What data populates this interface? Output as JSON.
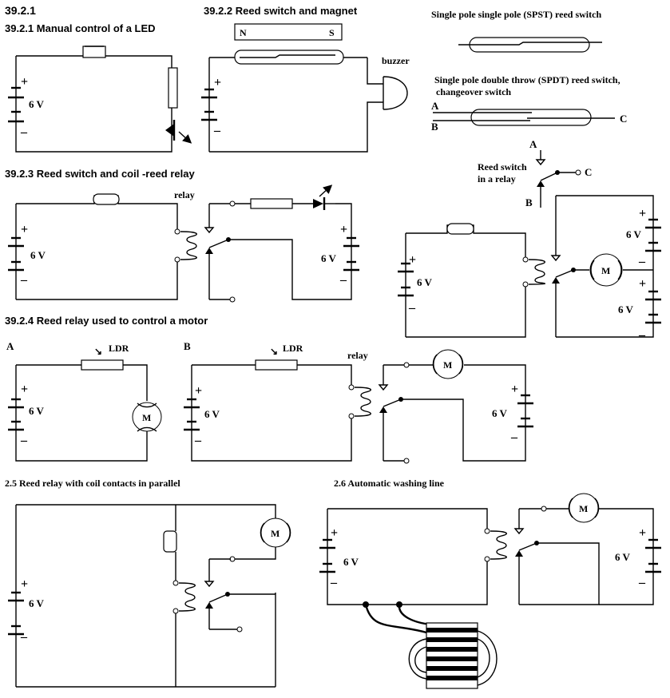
{
  "headings": {
    "main": "39.2.1",
    "s1": "39.2.1 Manual control of a LED",
    "s2": "39.2.2 Reed switch and magnet",
    "s3": "39.2.3 Reed switch and coil -reed relay",
    "s4": "39.2.4 Reed relay used to control a motor",
    "s5": "2.5 Reed relay with coil  contacts in parallel",
    "s6": "2.6 Automatic washing line",
    "spst": "Single pole single pole (SPST) reed switch",
    "spdt1": "Single pole double throw (SPDT) reed switch,",
    "spdt2": "changeover switch"
  },
  "labels": {
    "voltage": "6 V",
    "plus": "+",
    "minus": "–",
    "motor": "M",
    "ldr": "LDR",
    "relay": "relay",
    "buzzer": "buzzer",
    "magnet_n": "N",
    "magnet_s": "S",
    "term_a": "A",
    "term_b": "B",
    "term_c": "C",
    "reed_in_relay_1": "Reed switch",
    "reed_in_relay_2": "in a relay",
    "circuit_a": "A",
    "circuit_b": "B",
    "arrow": "↘"
  }
}
